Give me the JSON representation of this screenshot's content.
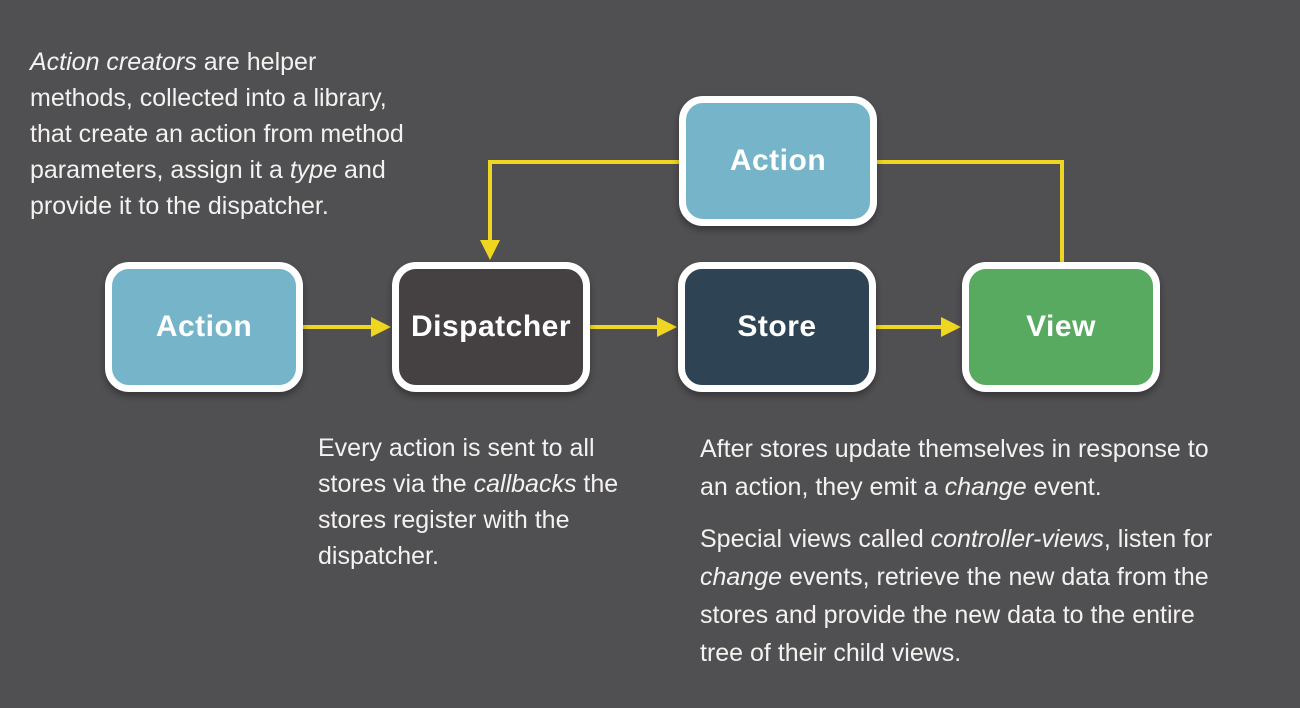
{
  "colors": {
    "background": "#504f51",
    "accent": "#efd621",
    "text": "#f4f2f0",
    "node_border": "#ffffff",
    "node_text": "#ffffff",
    "action_fill": "#76b5c9",
    "dispatcher_fill": "#454143",
    "store_fill": "#2e4353",
    "view_fill": "#58aa60"
  },
  "nodes": {
    "action_top": {
      "label": "Action"
    },
    "action_left": {
      "label": "Action"
    },
    "dispatcher": {
      "label": "Dispatcher"
    },
    "store": {
      "label": "Store"
    },
    "view": {
      "label": "View"
    }
  },
  "notes": {
    "action_creators": {
      "segments": [
        {
          "text": "Action creators",
          "italic": true
        },
        {
          "text": " are helper",
          "italic": false
        },
        {
          "break": true
        },
        {
          "text": "methods, collected into a library,",
          "italic": false
        },
        {
          "break": true
        },
        {
          "text": "that create an action from method",
          "italic": false
        },
        {
          "break": true
        },
        {
          "text": "parameters, assign it a ",
          "italic": false
        },
        {
          "text": "type",
          "italic": true
        },
        {
          "text": " and",
          "italic": false
        },
        {
          "break": true
        },
        {
          "text": "provide it to the dispatcher.",
          "italic": false
        }
      ]
    },
    "dispatcher": {
      "segments": [
        {
          "text": "Every action is sent to all",
          "italic": false
        },
        {
          "break": true
        },
        {
          "text": "stores via the ",
          "italic": false
        },
        {
          "text": "callbacks",
          "italic": true
        },
        {
          "text": " the",
          "italic": false
        },
        {
          "break": true
        },
        {
          "text": "stores register with the",
          "italic": false
        },
        {
          "break": true
        },
        {
          "text": "dispatcher.",
          "italic": false
        }
      ]
    },
    "store_p1": {
      "segments": [
        {
          "text": "After stores update themselves in response to",
          "italic": false
        },
        {
          "break": true
        },
        {
          "text": "an action, they emit a ",
          "italic": false
        },
        {
          "text": "change",
          "italic": true
        },
        {
          "text": " event.",
          "italic": false
        }
      ]
    },
    "store_p2": {
      "segments": [
        {
          "text": "Special views called ",
          "italic": false
        },
        {
          "text": "controller-views",
          "italic": true
        },
        {
          "text": ", listen for",
          "italic": false
        },
        {
          "break": true
        },
        {
          "text": "change",
          "italic": true
        },
        {
          "text": " events, retrieve the new data from the",
          "italic": false
        },
        {
          "break": true
        },
        {
          "text": "stores and provide the new data to the entire",
          "italic": false
        },
        {
          "break": true
        },
        {
          "text": "tree of their child views.",
          "italic": false
        }
      ]
    }
  }
}
